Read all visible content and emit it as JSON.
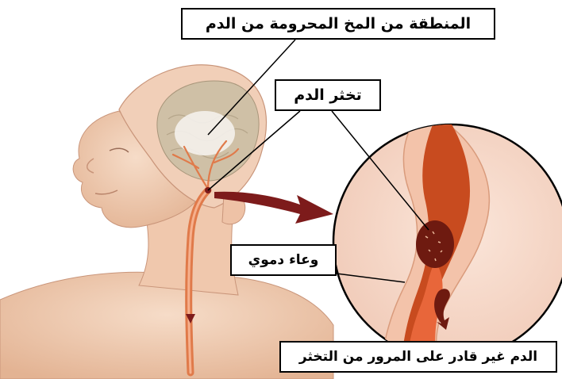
{
  "labels": {
    "deprived_region": "المنطقة من المخ المحرومة من الدم",
    "clot": "تخثر الدم",
    "blood_vessel": "وعاء دموي",
    "blocked_blood": "الدم غير قادر على المرور من التخثر"
  },
  "colors": {
    "skin": "#f2cdb4",
    "skin_shadow": "#d9a98c",
    "brain": "#cdbfa8",
    "artery": "#e07a4a",
    "vessel_wall": "#f3c3aa",
    "vessel_inner": "#c84b1f",
    "clot": "#6e1a10",
    "arrow": "#7d1b1b",
    "label_border": "#000000"
  },
  "icons": {
    "pointer_arrow": "dark-red-arrow",
    "flow_arrow": "curved-flow-arrow"
  }
}
